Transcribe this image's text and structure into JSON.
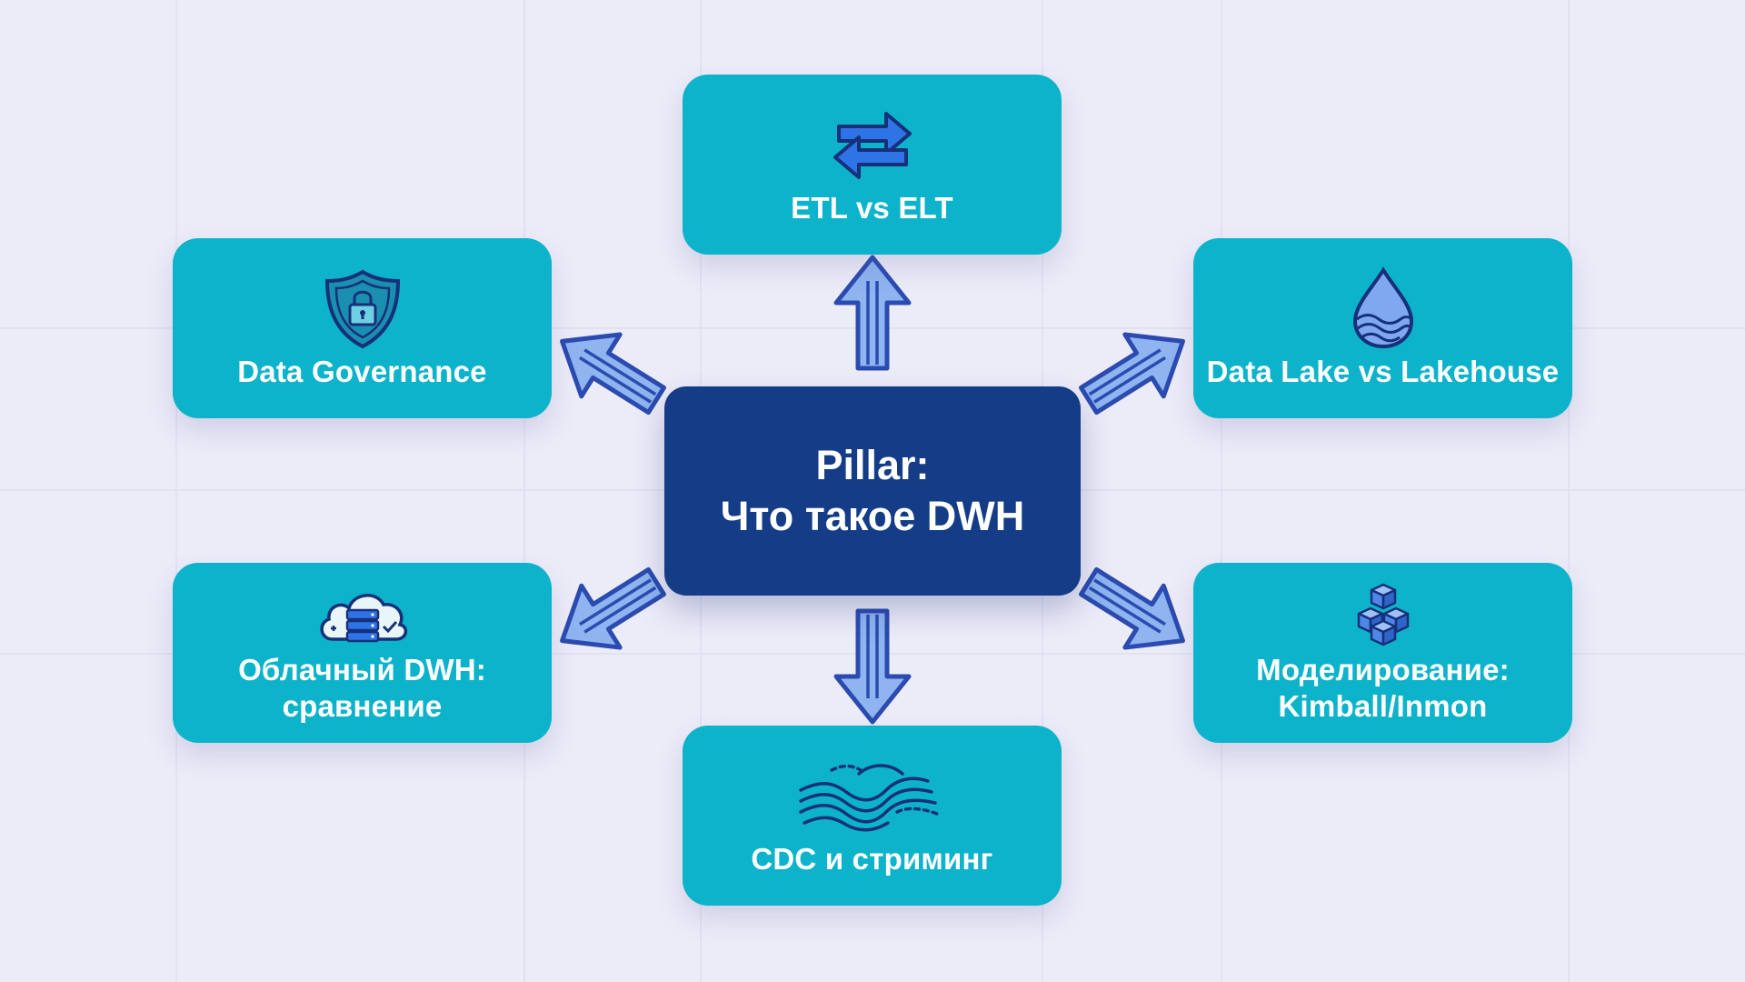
{
  "diagram": {
    "center": {
      "lines": [
        "Pillar:",
        "Что такое DWH"
      ]
    },
    "nodes": {
      "top": {
        "icon": "swap-arrows-icon",
        "lines": [
          "ETL vs ELT"
        ]
      },
      "top_left": {
        "icon": "shield-lock-icon",
        "lines": [
          "Data Governance"
        ]
      },
      "top_right": {
        "icon": "water-drop-icon",
        "lines": [
          "Data Lake vs Lakehouse"
        ]
      },
      "bottom_left": {
        "icon": "cloud-server-icon",
        "lines": [
          "Облачный DWH:",
          "сравнение"
        ]
      },
      "bottom_right": {
        "icon": "cubes-icon",
        "lines": [
          "Моделирование:",
          "Kimball/Inmon"
        ]
      },
      "bottom": {
        "icon": "waves-icon",
        "lines": [
          "CDC и стриминг"
        ]
      }
    }
  },
  "colors": {
    "background": "#ECEBF8",
    "node_fill": "#0DB3CA",
    "center_fill": "#143C87",
    "arrow_fill": "#8FB4F0",
    "arrow_stroke": "#2B4BB0"
  }
}
